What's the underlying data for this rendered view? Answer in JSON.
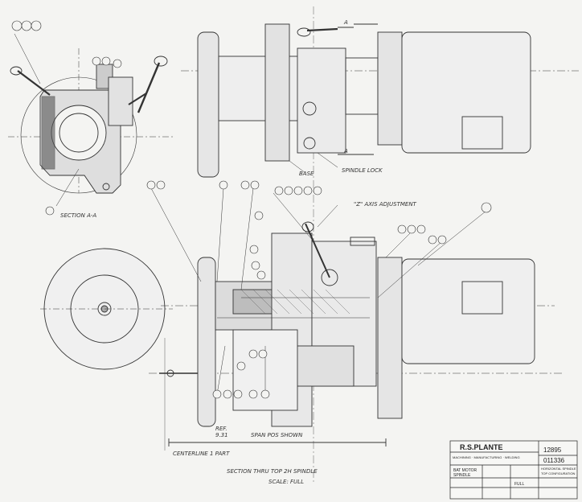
{
  "drawing": {
    "labels": {
      "section_aa": "SECTION A-A",
      "spindle_lock": "SPINDLE LOCK",
      "z_axis": "\"Z\" AXIS ADJUSTMENT",
      "section_title": "SECTION THRU TOP 2H SPINDLE",
      "scale": "SCALE: FULL",
      "centerline": "CENTERLINE 1 PART",
      "dim": "REF.",
      "dim2": "9.31",
      "dim3": "SPAN POS SHOWN",
      "cut_a_top": "A",
      "cut_a_bottom": "A",
      "base": "BASE"
    }
  },
  "title_block": {
    "company": "R.S.PLANTE",
    "tagline": "MACHINING · MANUFACTURING · WELDING",
    "job_no": "12895",
    "dwg_no": "011336",
    "part_line1": "BAT MOTOR",
    "part_line2": "SPINDLE",
    "desc_line1": "HORIZONTAL SPINDLE",
    "desc_line2": "TOP CONFIGURATION",
    "scale_val": "FULL"
  }
}
